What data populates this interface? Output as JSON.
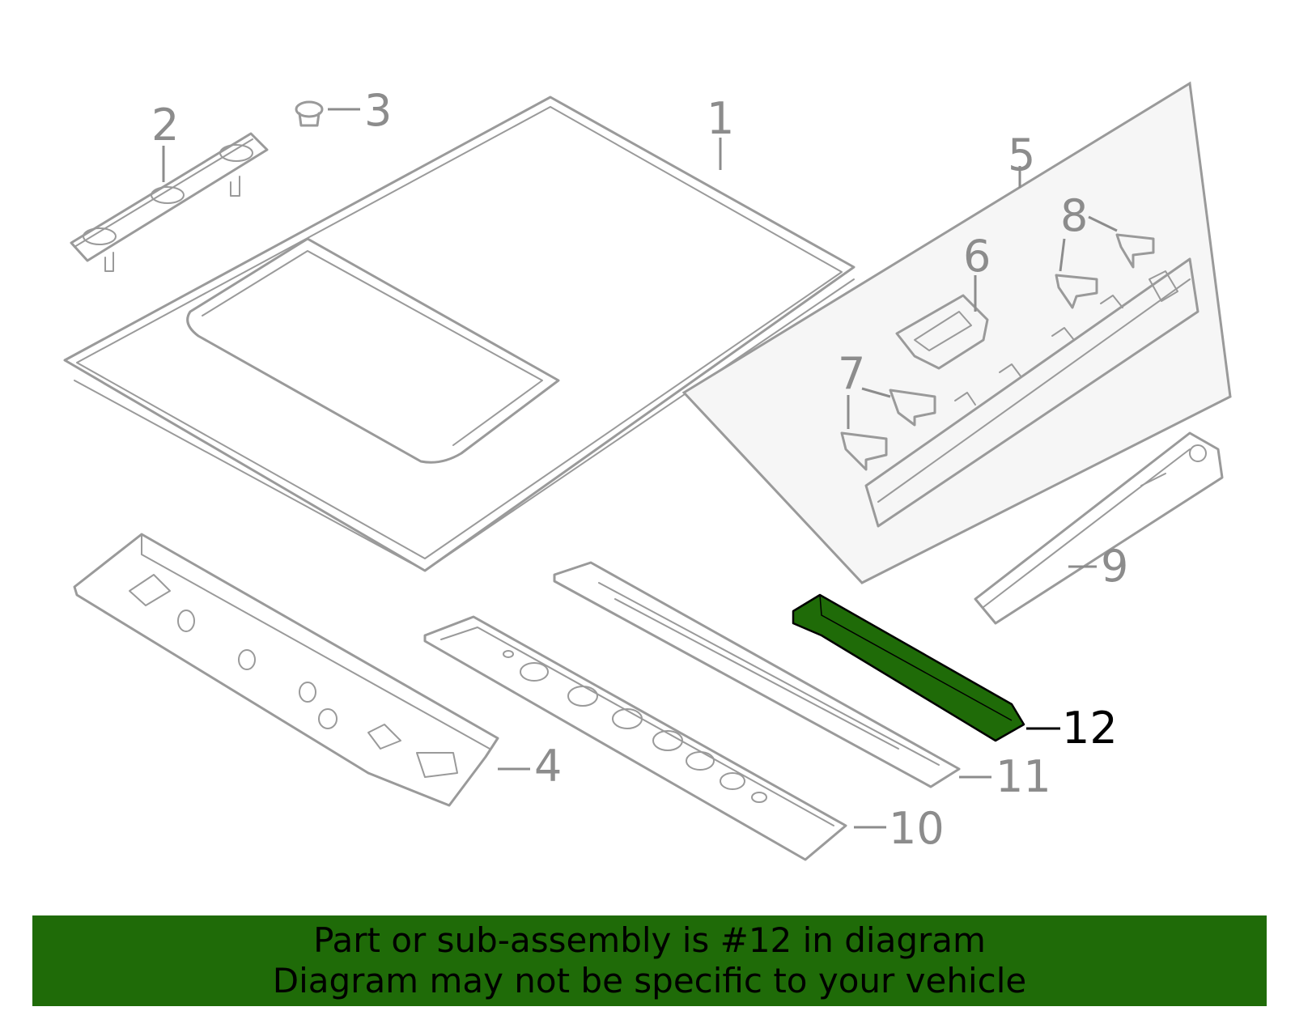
{
  "diagram": {
    "callouts": [
      "1",
      "2",
      "3",
      "4",
      "5",
      "6",
      "7",
      "8",
      "9",
      "10",
      "11",
      "12"
    ],
    "highlighted_part": "12",
    "colors": {
      "part_outline": "#9a9a9a",
      "leader": "#8c8c8c",
      "highlight_fill": "#1f6b08",
      "highlight_text": "#000000",
      "banner": "#1f6b08",
      "assembly_panel": "#f6f6f6"
    }
  },
  "banner": {
    "line1": "Part or sub-assembly is #12 in diagram",
    "line2": "Diagram may not be specific to your vehicle"
  }
}
